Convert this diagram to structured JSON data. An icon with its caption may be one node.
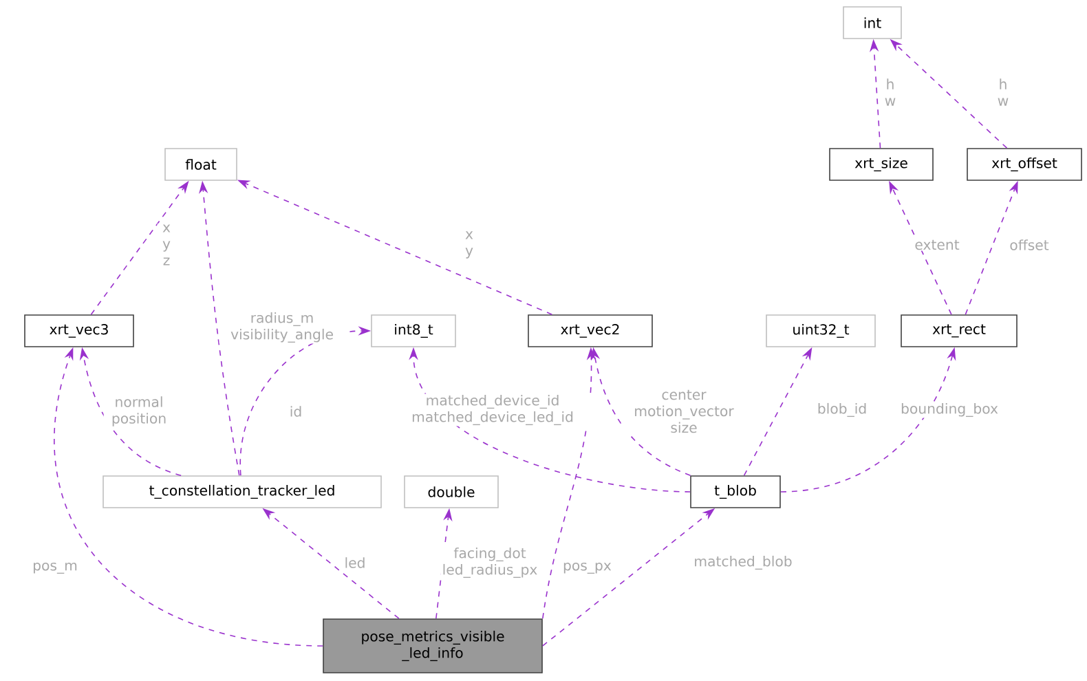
{
  "diagram": {
    "nodes": [
      {
        "text": [
          "int"
        ]
      },
      {
        "text": [
          "float"
        ]
      },
      {
        "text": [
          "xrt_size"
        ]
      },
      {
        "text": [
          "xrt_offset"
        ]
      },
      {
        "text": [
          "xrt_vec3"
        ]
      },
      {
        "text": [
          "int8_t"
        ]
      },
      {
        "text": [
          "xrt_vec2"
        ]
      },
      {
        "text": [
          "uint32_t"
        ]
      },
      {
        "text": [
          "xrt_rect"
        ]
      },
      {
        "text": [
          "t_constellation_tracker_led"
        ]
      },
      {
        "text": [
          "double"
        ]
      },
      {
        "text": [
          "t_blob"
        ]
      },
      {
        "text": [
          "pose_metrics_visible _led_info"
        ]
      }
    ],
    "edges": [
      {
        "from": 2,
        "to": 0,
        "arrow": "to",
        "label": "h w"
      },
      {
        "from": 3,
        "to": 0,
        "arrow": "to",
        "label": "h w"
      },
      {
        "from": 4,
        "to": 1,
        "arrow": "to",
        "label": "x y z"
      },
      {
        "from": 9,
        "to": 1,
        "arrow": "to",
        "label": "radius_m visibility_angle"
      },
      {
        "from": 6,
        "to": 1,
        "arrow": "to",
        "label": "x y"
      },
      {
        "from": 8,
        "to": 2,
        "arrow": "to",
        "label": "extent"
      },
      {
        "from": 8,
        "to": 3,
        "arrow": "to",
        "label": "offset"
      },
      {
        "from": 9,
        "to": 4,
        "arrow": "to",
        "label": "normal position"
      },
      {
        "from": 9,
        "to": 5,
        "arrow": "to",
        "label": "id"
      },
      {
        "from": 11,
        "to": 5,
        "arrow": "to",
        "label": "matched_device_id matched_device_led_id"
      },
      {
        "from": 11,
        "to": 6,
        "arrow": "to",
        "label": "center motion_vector size"
      },
      {
        "from": 11,
        "to": 7,
        "arrow": "to",
        "label": "blob_id"
      },
      {
        "from": 11,
        "to": 8,
        "arrow": "to",
        "label": "bounding_box"
      },
      {
        "from": 12,
        "to": 4,
        "arrow": "to",
        "label": "pos_m"
      },
      {
        "from": 12,
        "to": 9,
        "arrow": "to",
        "label": "led"
      },
      {
        "from": 12,
        "to": 10,
        "arrow": "to",
        "label": "facing_dot led_radius_px"
      },
      {
        "from": 12,
        "to": 6,
        "arrow": "to",
        "label": "pos_px"
      },
      {
        "from": 12,
        "to": 11,
        "arrow": "to",
        "label": "matched_blob"
      }
    ]
  }
}
